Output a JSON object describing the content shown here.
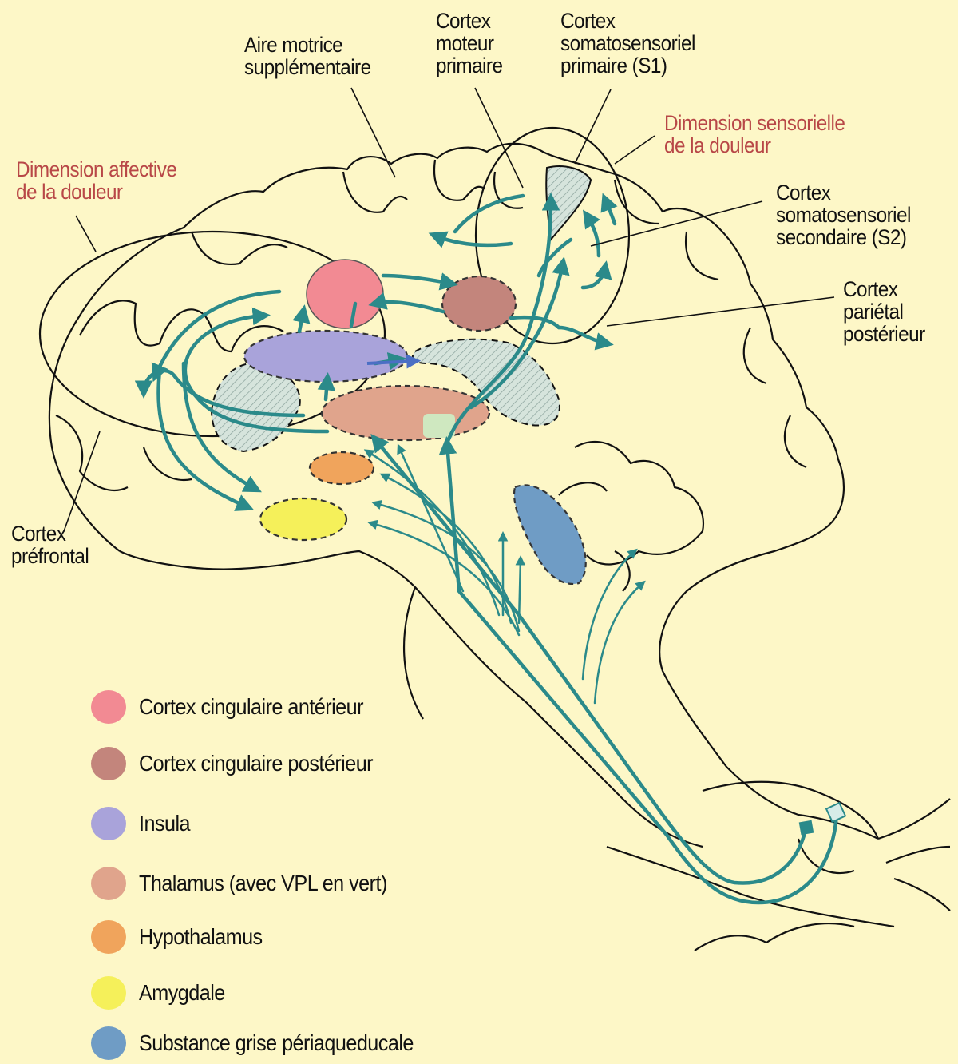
{
  "labels": {
    "supp_motor": [
      "Aire motrice",
      "supplémentaire"
    ],
    "primary_motor": [
      "Cortex",
      "moteur",
      "primaire"
    ],
    "s1": [
      "Cortex",
      "somatosensoriel",
      "primaire (S1)"
    ],
    "sensory_dimension": [
      "Dimension sensorielle",
      "de la douleur"
    ],
    "affective_dimension": [
      "Dimension affective",
      "de la douleur"
    ],
    "s2": [
      "Cortex",
      "somatosensoriel",
      "secondaire (S2)"
    ],
    "posterior_parietal": [
      "Cortex",
      "pariétal",
      "postérieur"
    ],
    "prefrontal": [
      "Cortex",
      "préfrontal"
    ]
  },
  "legend": [
    {
      "label": "Cortex cingulaire antérieur",
      "color": "#f28a93"
    },
    {
      "label": "Cortex cingulaire postérieur",
      "color": "#c3857c"
    },
    {
      "label": "Insula",
      "color": "#a9a3da"
    },
    {
      "label": "Thalamus (avec VPL en vert)",
      "color": "#e0a48c"
    },
    {
      "label": "Hypothalamus",
      "color": "#f0a45c"
    },
    {
      "label": "Amygdale",
      "color": "#f5f05a"
    },
    {
      "label": "Substance grise périaqueducale",
      "color": "#6f9cc5"
    }
  ],
  "colors": {
    "background": "#fdf7c7",
    "pathway": "#2b8a8a",
    "vpl": "#cfe8c0",
    "label_highlight": "#b84747",
    "hatched_region": "#d4e4dc"
  }
}
